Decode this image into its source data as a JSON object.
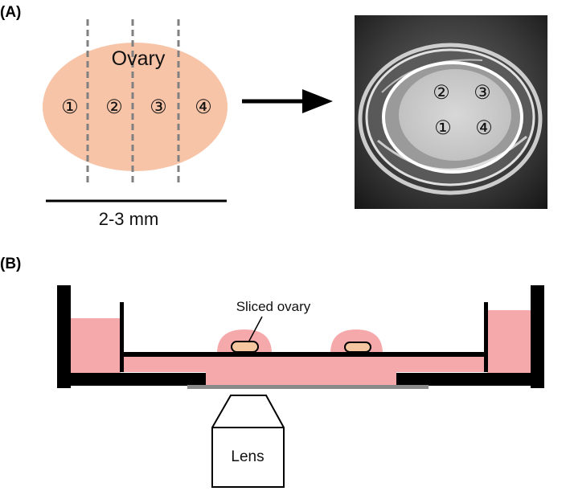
{
  "panel_a": {
    "label": "(A)",
    "ovary_label": "Ovary",
    "slice_numbers": [
      "①",
      "②",
      "③",
      "④"
    ],
    "scale_label": "2-3 mm",
    "dish_numbers": {
      "top_left": "②",
      "top_right": "③",
      "bottom_left": "①",
      "bottom_right": "④"
    },
    "colors": {
      "ovary_fill": "#f8c4a8",
      "cut_lines": "#808080"
    }
  },
  "panel_b": {
    "label": "(B)",
    "sliced_ovary_label": "Sliced ovary",
    "lens_label": "Lens",
    "colors": {
      "medium": "#f6a9ab",
      "wall": "#000000",
      "coverslip": "#8a8a8a"
    }
  }
}
